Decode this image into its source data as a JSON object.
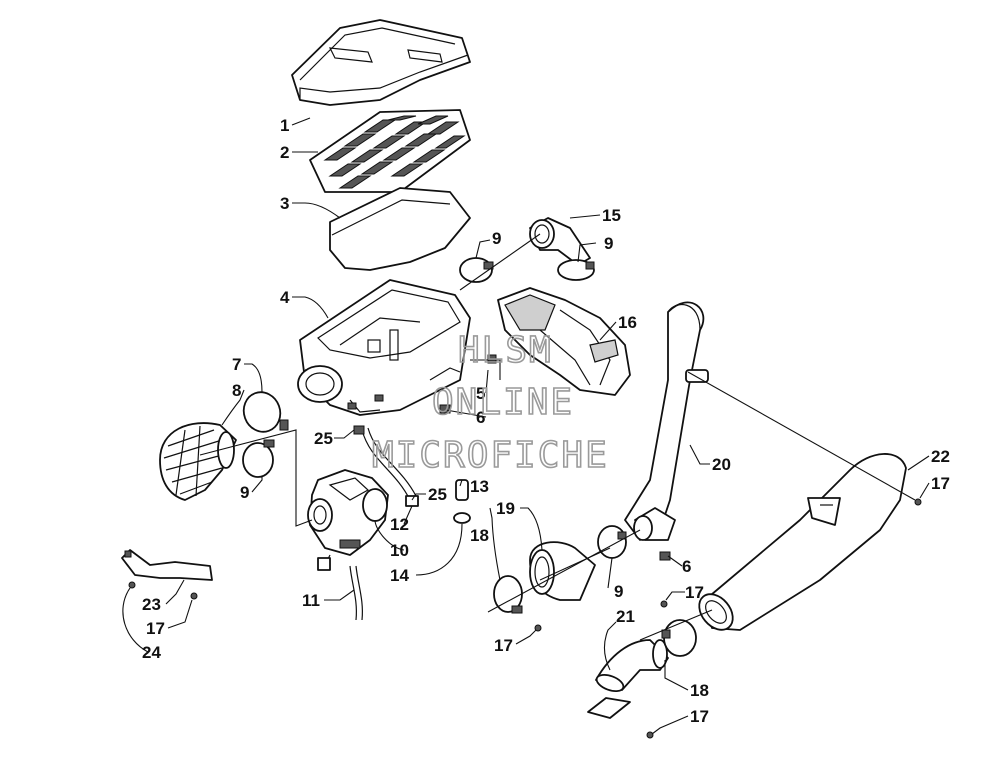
{
  "callouts": {
    "c1": "1",
    "c2": "2",
    "c3": "3",
    "c4": "4",
    "c5": "5",
    "c6a": "6",
    "c6b": "6",
    "c7": "7",
    "c8": "8",
    "c9a": "9",
    "c9b": "9",
    "c9c": "9",
    "c9d": "9",
    "c10": "10",
    "c11": "11",
    "c12": "12",
    "c13": "13",
    "c14": "14",
    "c15": "15",
    "c16": "16",
    "c17a": "17",
    "c17b": "17",
    "c17c": "17",
    "c17d": "17",
    "c17e": "17",
    "c18a": "18",
    "c18b": "18",
    "c19": "19",
    "c20": "20",
    "c21": "21",
    "c22": "22",
    "c23": "23",
    "c24": "24",
    "c25a": "25",
    "c25b": "25"
  },
  "watermark": {
    "line1": "HLSM",
    "line2": "ONLINE",
    "line3": "MICROFICHE"
  }
}
